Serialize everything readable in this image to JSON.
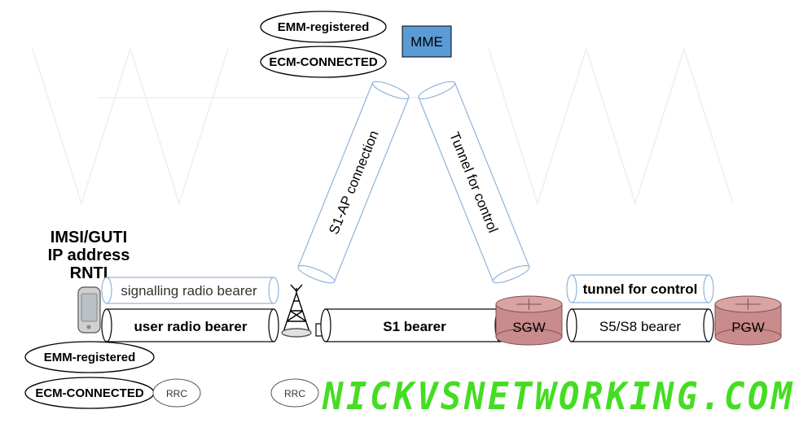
{
  "mme": {
    "label": "MME",
    "fill": "#5b9bd5"
  },
  "sgw": {
    "label": "SGW",
    "fill": "#c98b8b"
  },
  "pgw": {
    "label": "PGW",
    "fill": "#c98b8b"
  },
  "top_states": {
    "emm": "EMM-registered",
    "ecm": "ECM-CONNECTED"
  },
  "bottom_states": {
    "emm": "EMM-registered",
    "ecm": "ECM-CONNECTED"
  },
  "ue_info": [
    "IMSI/GUTI",
    "IP address",
    "RNTI"
  ],
  "tubes": {
    "s1ap": "S1-AP connection",
    "tunnel_control_diag": "Tunnel for control",
    "signalling_radio_bearer": "signalling radio bearer",
    "user_radio_bearer": "user radio bearer",
    "s1_bearer": "S1 bearer",
    "tunnel_control": "tunnel for control",
    "s5s8_bearer": "S5/S8 bearer"
  },
  "rrc": {
    "left": "RRC",
    "middle": "RRC"
  },
  "watermark": "NICKVSNETWORKING.COM",
  "colors": {
    "tube_blue": "#8fb4dc",
    "watermark": "#44dd22"
  },
  "icons": [
    "phone-icon",
    "antenna-icon",
    "router-icon"
  ]
}
